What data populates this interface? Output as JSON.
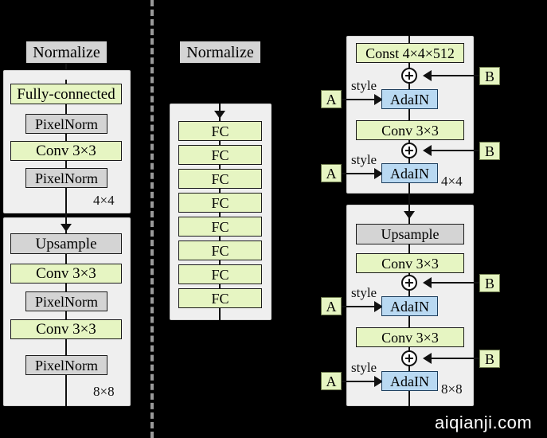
{
  "figure": {
    "background_color": "#000000",
    "colors": {
      "green_box": "#e6f5c2",
      "grey_box": "#d4d4d4",
      "blue_box": "#b9d9f2",
      "panel": "#efefef",
      "line": "#111111",
      "dashed_divider": "#9a9a9a",
      "watermark": "#ffffff"
    },
    "watermark": "aiqianji.com"
  },
  "traditional": {
    "header_label": "Normalize",
    "blocks": [
      {
        "resolution": "4×4",
        "layers": [
          {
            "label": "Fully-connected",
            "kind": "green",
            "width": "wide"
          },
          {
            "label": "PixelNorm",
            "kind": "grey",
            "width": "narrow"
          },
          {
            "label": "Conv 3×3",
            "kind": "green",
            "width": "wide"
          },
          {
            "label": "PixelNorm",
            "kind": "grey",
            "width": "narrow"
          }
        ]
      },
      {
        "resolution": "8×8",
        "layers": [
          {
            "label": "Upsample",
            "kind": "grey",
            "width": "narrow"
          },
          {
            "label": "Conv 3×3",
            "kind": "green",
            "width": "wide"
          },
          {
            "label": "PixelNorm",
            "kind": "grey",
            "width": "narrow"
          },
          {
            "label": "Conv 3×3",
            "kind": "green",
            "width": "wide"
          },
          {
            "label": "PixelNorm",
            "kind": "grey",
            "width": "narrow"
          }
        ]
      }
    ]
  },
  "mapping_network": {
    "header_label": "Normalize",
    "fc_label": "FC",
    "fc_count": 8,
    "layers": [
      {
        "label": "FC"
      },
      {
        "label": "FC"
      },
      {
        "label": "FC"
      },
      {
        "label": "FC"
      },
      {
        "label": "FC"
      },
      {
        "label": "FC"
      },
      {
        "label": "FC"
      },
      {
        "label": "FC"
      }
    ]
  },
  "synthesis_network": {
    "style_label": "style",
    "noise_tag": "B",
    "style_tag": "A",
    "blocks": [
      {
        "resolution": "4×4",
        "layers": [
          {
            "label": "Const 4×4×512",
            "kind": "green",
            "width": "wide"
          },
          {
            "label": "⊕",
            "kind": "plus"
          },
          {
            "label": "AdaIN",
            "kind": "blue",
            "width": "narrow"
          },
          {
            "label": "Conv 3×3",
            "kind": "green",
            "width": "wide"
          },
          {
            "label": "⊕",
            "kind": "plus"
          },
          {
            "label": "AdaIN",
            "kind": "blue",
            "width": "narrow"
          }
        ]
      },
      {
        "resolution": "8×8",
        "layers": [
          {
            "label": "Upsample",
            "kind": "grey",
            "width": "wide"
          },
          {
            "label": "Conv 3×3",
            "kind": "green",
            "width": "wide"
          },
          {
            "label": "⊕",
            "kind": "plus"
          },
          {
            "label": "AdaIN",
            "kind": "blue",
            "width": "narrow"
          },
          {
            "label": "Conv 3×3",
            "kind": "green",
            "width": "wide"
          },
          {
            "label": "⊕",
            "kind": "plus"
          },
          {
            "label": "AdaIN",
            "kind": "blue",
            "width": "narrow"
          }
        ]
      }
    ]
  }
}
